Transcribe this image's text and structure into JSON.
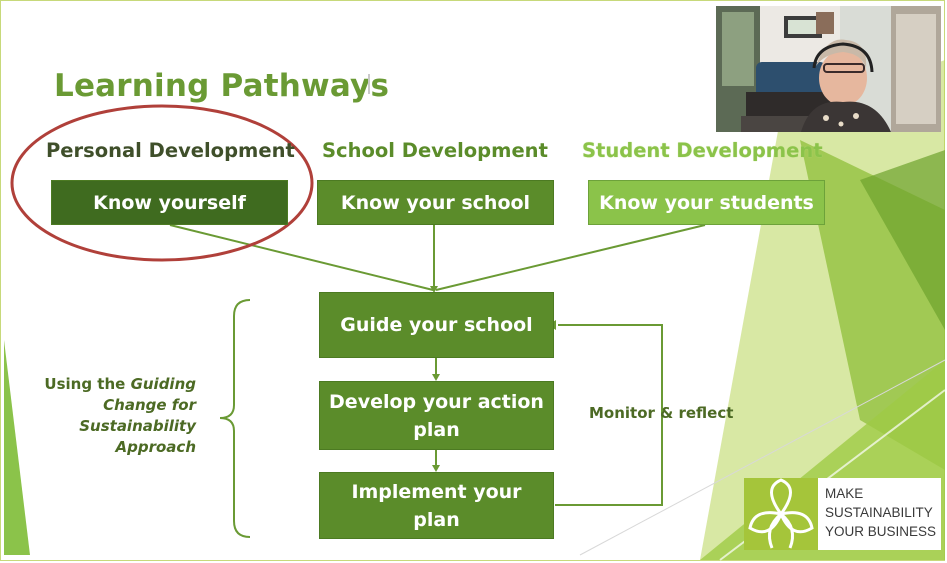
{
  "slide": {
    "title": "Learning Pathways",
    "columns": [
      {
        "heading": "Personal Development",
        "box": "Know yourself",
        "color": "#3f6b1f"
      },
      {
        "heading": "School Development",
        "box": "Know your school",
        "color": "#5b8c2a"
      },
      {
        "heading": "Student Development",
        "box": "Know your students",
        "color": "#8bc34a"
      }
    ],
    "steps": [
      "Guide your school",
      "Develop your action plan",
      "Implement your plan"
    ],
    "side_label": {
      "prefix": "Using the",
      "italic": "Guiding Change for Sustainability Approach"
    },
    "loop_label": "Monitor & reflect"
  },
  "logo": {
    "line1": "MAKE",
    "line2": "SUSTAINABILITY",
    "line3": "YOUR BUSINESS"
  },
  "colors": {
    "title_green": "#6a9a34",
    "dark_green": "#3f6b1f",
    "mid_green": "#5b8c2a",
    "light_green": "#8bc34a",
    "circle_red": "#b0403a"
  }
}
